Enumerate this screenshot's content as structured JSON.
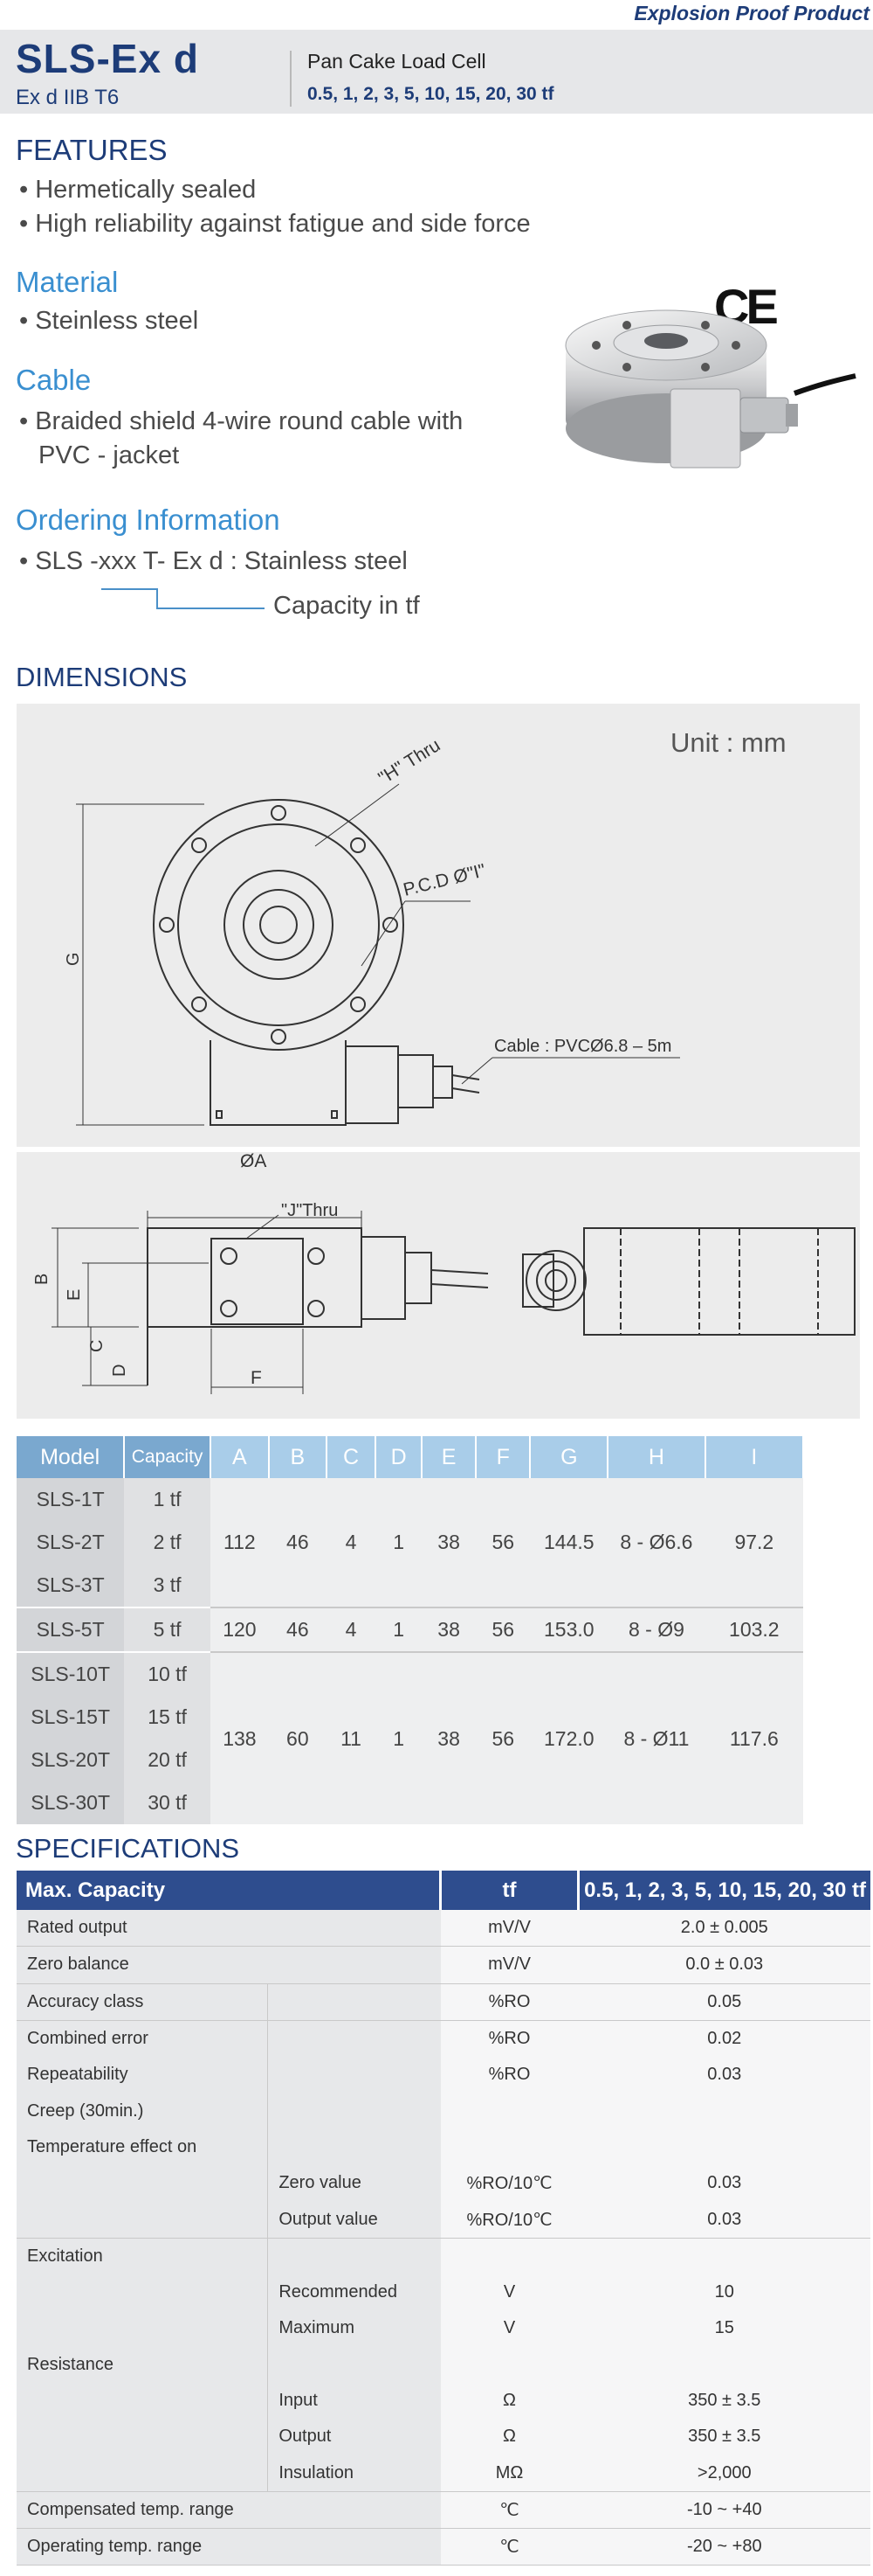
{
  "header": {
    "tag": "Explosion Proof Product",
    "model": "SLS-Ex d",
    "classification": "Ex d IIB T6",
    "product_type": "Pan Cake Load Cell",
    "capacities": "0.5, 1, 2, 3, 5, 10, 15, 20, 30 tf"
  },
  "features": {
    "title": "FEATURES",
    "items": [
      "Hermetically sealed",
      "High reliability against fatigue and side force"
    ]
  },
  "material": {
    "title": "Material",
    "items": [
      "Steinless steel"
    ]
  },
  "cable": {
    "title": "Cable",
    "line1": "Braided shield 4-wire round cable with",
    "line2": "PVC - jacket"
  },
  "ordering": {
    "title": "Ordering Information",
    "code": "SLS -xxx T- Ex d : Stainless steel",
    "note": "Capacity in tf"
  },
  "ce_mark": "CE",
  "dimensions": {
    "title": "DIMENSIONS",
    "unit": "Unit : mm",
    "labels": {
      "h_thru": "\"H\" Thru",
      "pcd": "P.C.D Ø\"I\"",
      "cable": "Cable : PVCØ6.8 – 5m",
      "g": "G",
      "a": "ØA",
      "j_thru": "\"J\"Thru",
      "b": "B",
      "e": "E",
      "c": "C",
      "d": "D",
      "f": "F"
    }
  },
  "dim_table": {
    "headers": [
      "Model",
      "Capacity",
      "A",
      "B",
      "C",
      "D",
      "E",
      "F",
      "G",
      "H",
      "I"
    ],
    "groups": [
      {
        "rows": [
          [
            "SLS-1T",
            "1 tf"
          ],
          [
            "SLS-2T",
            "2 tf"
          ],
          [
            "SLS-3T",
            "3 tf"
          ]
        ],
        "values": [
          "112",
          "46",
          "4",
          "1",
          "38",
          "56",
          "144.5",
          "8 - Ø6.6",
          "97.2"
        ]
      },
      {
        "rows": [
          [
            "SLS-5T",
            "5 tf"
          ]
        ],
        "values": [
          "120",
          "46",
          "4",
          "1",
          "38",
          "56",
          "153.0",
          "8 - Ø9",
          "103.2"
        ]
      },
      {
        "rows": [
          [
            "SLS-10T",
            "10 tf"
          ],
          [
            "SLS-15T",
            "15 tf"
          ],
          [
            "SLS-20T",
            "20 tf"
          ],
          [
            "SLS-30T",
            "30 tf"
          ]
        ],
        "values": [
          "138",
          "60",
          "11",
          "1",
          "38",
          "56",
          "172.0",
          "8 - Ø11",
          "117.6"
        ]
      }
    ]
  },
  "specifications": {
    "title": "SPECIFICATIONS",
    "head": {
      "label": "Max. Capacity",
      "unit": "tf",
      "value": "0.5,  1, 2, 3, 5, 10, 15, 20, 30 tf"
    },
    "rows": {
      "rated_output": {
        "label": "Rated output",
        "unit": "mV/V",
        "value": "2.0 ± 0.005"
      },
      "zero_balance": {
        "label": "Zero balance",
        "unit": "mV/V",
        "value": "0.0 ± 0.03"
      },
      "accuracy": {
        "label": "Accuracy class",
        "unit": "%RO",
        "value": "0.05"
      },
      "combined": {
        "label": "Combined error",
        "unit": "%RO",
        "value": "0.02"
      },
      "repeat": {
        "label": "Repeatability",
        "unit": "%RO",
        "value": "0.03"
      },
      "creep": {
        "label": "Creep (30min.)"
      },
      "temp": {
        "label": "Temperature effect on"
      },
      "zero_value": {
        "label": "Zero value",
        "unit": "%RO/10℃",
        "value": "0.03"
      },
      "output_value": {
        "label": "Output  value",
        "unit": "%RO/10℃",
        "value": "0.03"
      },
      "excitation": {
        "label": "Excitation"
      },
      "recommended": {
        "label": "Recommended",
        "unit": "V",
        "value": "10"
      },
      "maximum": {
        "label": "Maximum",
        "unit": "V",
        "value": "15"
      },
      "resistance": {
        "label": "Resistance"
      },
      "input": {
        "label": "Input",
        "unit": "Ω",
        "value": "350 ± 3.5"
      },
      "output": {
        "label": "Output",
        "unit": "Ω",
        "value": "350 ± 3.5"
      },
      "insulation": {
        "label": "Insulation",
        "unit": "MΩ",
        "value": ">2,000"
      },
      "comp_range": {
        "label": "Compensated temp. range",
        "unit": "℃",
        "value": "-10 ~ +40"
      },
      "op_range": {
        "label": "Operating temp. range",
        "unit": "℃",
        "value": "-20 ~ +80"
      }
    }
  },
  "colors": {
    "navy": "#1d3c78",
    "light_blue": "#3a8fd0",
    "table_header": "#a9cde9",
    "spec_header": "#2e4d8e"
  }
}
